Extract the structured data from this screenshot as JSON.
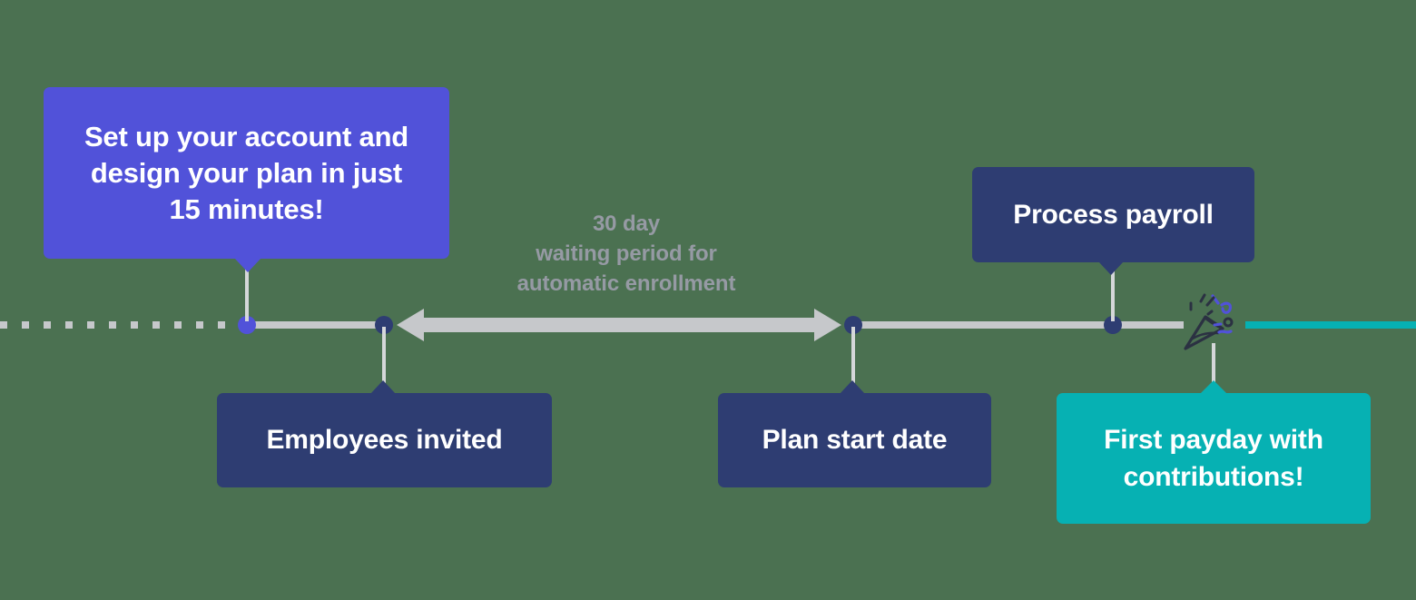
{
  "diagram": {
    "title": "Plan setup timeline",
    "background_color": "#4b7151",
    "colors": {
      "purple": "#5152d9",
      "navy": "#2e3d72",
      "teal": "#06b1b3",
      "line_gray": "#c6c8cb",
      "stem_gray": "#d5d7d9",
      "caption_gray": "#969aa4",
      "text_white": "#ffffff"
    }
  },
  "milestones": {
    "setup": {
      "label": "Set up your account and design your plan in just 15 minutes!",
      "line1": "Set up your account and",
      "line2": "design your plan in just",
      "line3": "15 minutes!",
      "color": "#5152d9",
      "position": "above"
    },
    "employees_invited": {
      "label": "Employees invited",
      "color": "#2e3d72",
      "position": "below"
    },
    "plan_start_date": {
      "label": "Plan start date",
      "color": "#2e3d72",
      "position": "below"
    },
    "process_payroll": {
      "label": "Process payroll",
      "color": "#2e3d72",
      "position": "above"
    },
    "first_payday": {
      "label": "First payday with contributions!",
      "line1": "First payday with",
      "line2": "contributions!",
      "color": "#06b1b3",
      "position": "below"
    }
  },
  "waiting_period": {
    "line1": "30 day",
    "line2": "waiting period for",
    "line3": "automatic enrollment",
    "full_text": "30 day waiting period for automatic enrollment",
    "duration_days": 30,
    "arrow": "double-headed",
    "color": "#c6c8cb"
  },
  "icons": {
    "party_popper": "party-popper-icon"
  }
}
